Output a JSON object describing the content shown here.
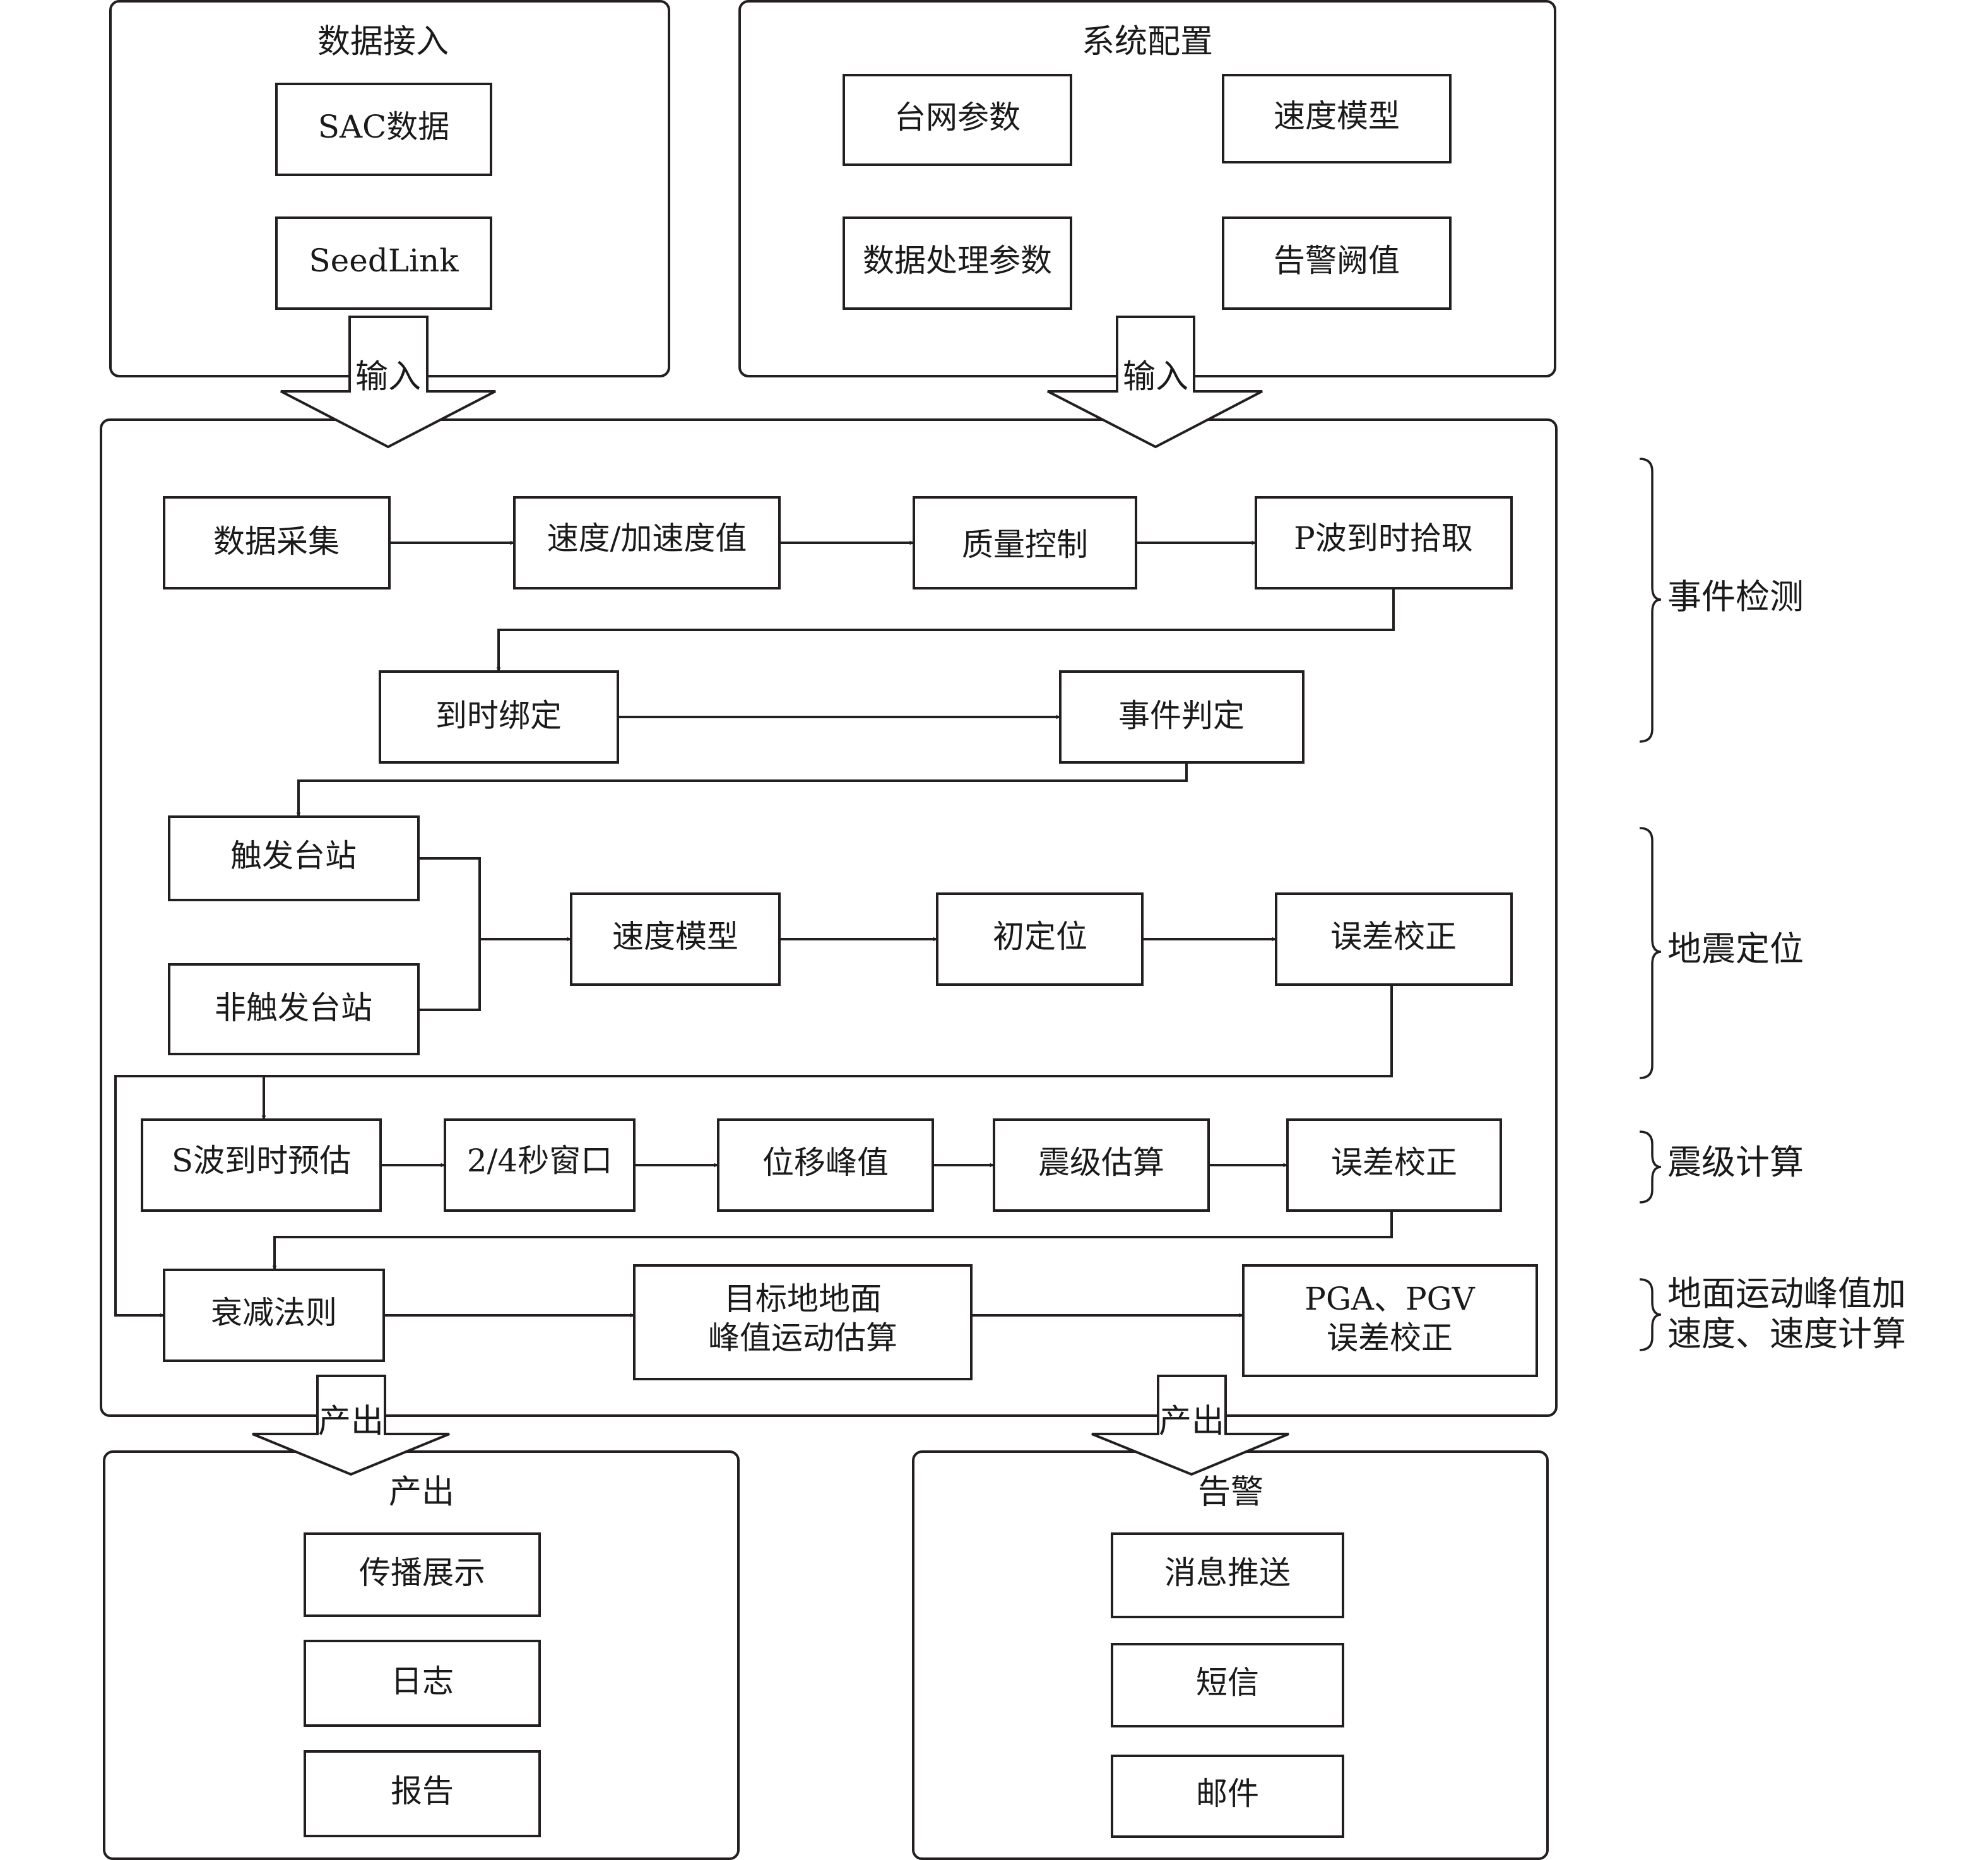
{
  "panels": {
    "data_input": {
      "title": "数据接入",
      "items": [
        "SAC数据",
        "SeedLink"
      ]
    },
    "system_config": {
      "title": "系统配置",
      "items": [
        "台网参数",
        "速度模型",
        "数据处理参数",
        "告警阙值"
      ]
    },
    "output": {
      "title": "产出",
      "items": [
        "传播展示",
        "日志",
        "报告"
      ]
    },
    "alarm": {
      "title": "告警",
      "items": [
        "消息推送",
        "短信",
        "邮件"
      ]
    }
  },
  "big_arrows": {
    "input_left": "输入",
    "input_right": "输入",
    "output_left": "产出",
    "output_right": "产出"
  },
  "nodes": {
    "data_collect": "数据采集",
    "velocity_accel": "速度/加速度值",
    "quality_control": "质量控制",
    "p_pick": "P波到时拾取",
    "arrival_bind": "到时绑定",
    "event_judge": "事件判定",
    "triggered_station": "触发台站",
    "untriggered_station": "非触发台站",
    "velocity_model": "速度模型",
    "initial_location": "初定位",
    "error_correct_1": "误差校正",
    "s_arrival": "S波到时预估",
    "window": "2/4秒窗口",
    "displacement_peak": "位移峰值",
    "magnitude_estimate": "震级估算",
    "error_correct_2": "误差校正",
    "attenuation": "衰减法则",
    "ground_peak_line1": "目标地地面",
    "ground_peak_line2": "峰值运动估算",
    "pga_pgv_line1": "PGA、PGV",
    "pga_pgv_line2": "误差校正"
  },
  "stages": {
    "event_detection": "事件检测",
    "earthquake_location": "地震定位",
    "magnitude_calc": "震级计算",
    "ground_motion_line1": "地面运动峰值加",
    "ground_motion_line2": "速度、速度计算"
  }
}
